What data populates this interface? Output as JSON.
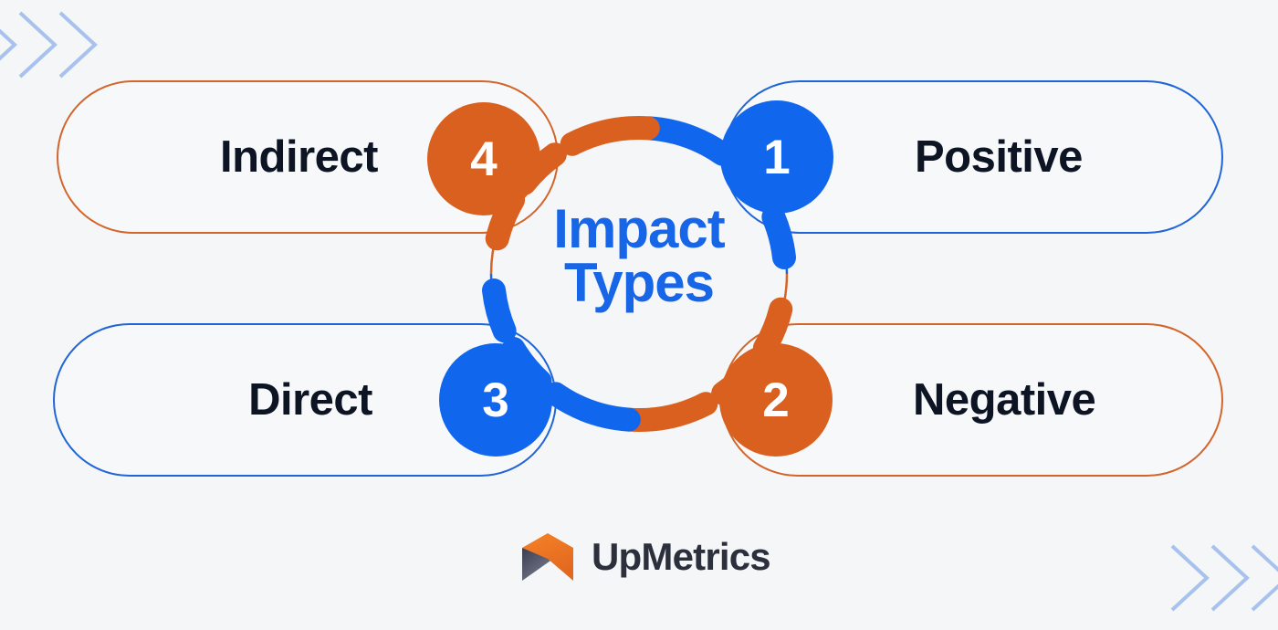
{
  "page": {
    "background_color": "#f5f6f8",
    "title_center": "Impact\nTypes",
    "title_center_line1": "Impact",
    "title_center_line2": "Types",
    "title_color": "#1766e8"
  },
  "colors": {
    "blue": "#1166ee",
    "blue_border": "#2065d8",
    "orange": "#d9601f",
    "orange_border": "#d3652a",
    "text_dark": "#0d1423",
    "chevron": "#a8c2ee",
    "logo_text": "#2b303c",
    "logo_mark_orange": "#f07a29",
    "logo_mark_gray": "#5c5f73"
  },
  "items": [
    {
      "number": "1",
      "label": "Positive",
      "color": "#1166ee",
      "border_color": "#2065d8",
      "position": "top-right"
    },
    {
      "number": "2",
      "label": "Negative",
      "color": "#d9601f",
      "border_color": "#d3652a",
      "position": "bottom-right"
    },
    {
      "number": "3",
      "label": "Direct",
      "color": "#1166ee",
      "border_color": "#2065d8",
      "position": "bottom-left"
    },
    {
      "number": "4",
      "label": "Indirect",
      "color": "#d9601f",
      "border_color": "#d3652a",
      "position": "top-left"
    }
  ],
  "logo": {
    "name": "UpMetrics",
    "mark": "upmetrics-chevron-mark"
  },
  "decor": {
    "chevrons_top_left": "chevrons-right-icon",
    "chevrons_bottom_right": "chevrons-right-icon"
  }
}
